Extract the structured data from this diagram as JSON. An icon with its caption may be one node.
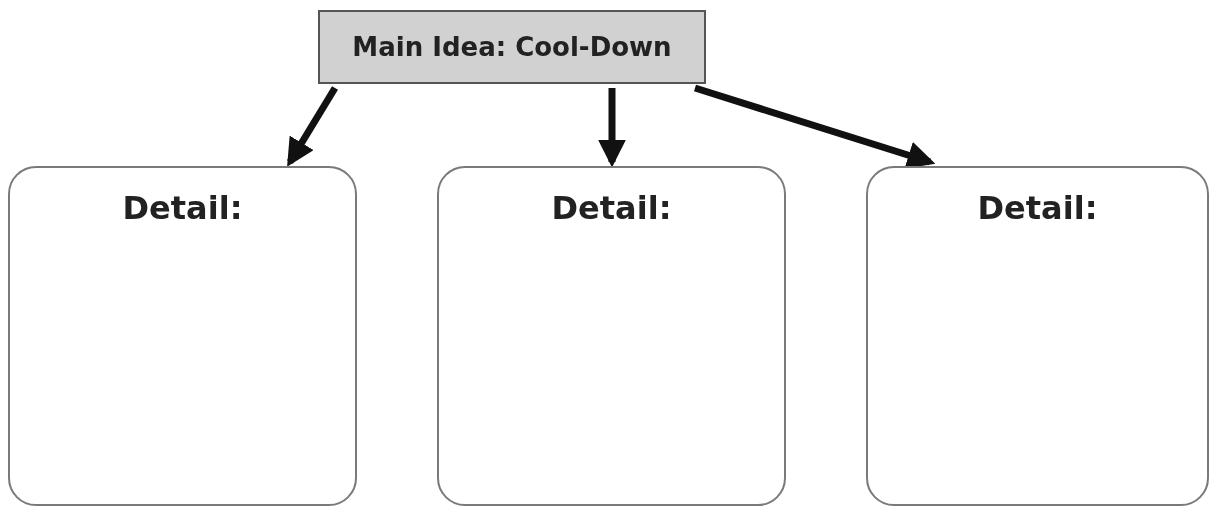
{
  "diagram": {
    "nodes": [
      {
        "text": [
          "Main Idea: Cool-Down"
        ]
      },
      {
        "text": [
          "Detail:"
        ]
      },
      {
        "text": [
          "Detail:"
        ]
      },
      {
        "text": [
          "Detail:"
        ]
      }
    ],
    "edges": [
      {
        "from": 0,
        "to": 1,
        "arrow": "to"
      },
      {
        "from": 0,
        "to": 2,
        "arrow": "to"
      },
      {
        "from": 0,
        "to": 3,
        "arrow": "to"
      }
    ]
  }
}
